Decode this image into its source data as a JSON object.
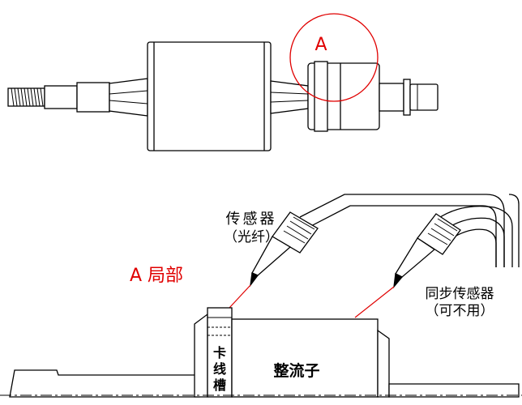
{
  "labels": {
    "callout_a": "A",
    "detail_title": "A 局部",
    "sensor": "传感器",
    "sensor_note": "（光纤）",
    "sync_sensor": "同步传感器",
    "sync_note": "（可不用）",
    "slot_1": "卡",
    "slot_2": "线",
    "slot_3": "槽",
    "commutator": "整流子"
  },
  "colors": {
    "line": "#000000",
    "accent": "#e00000"
  }
}
